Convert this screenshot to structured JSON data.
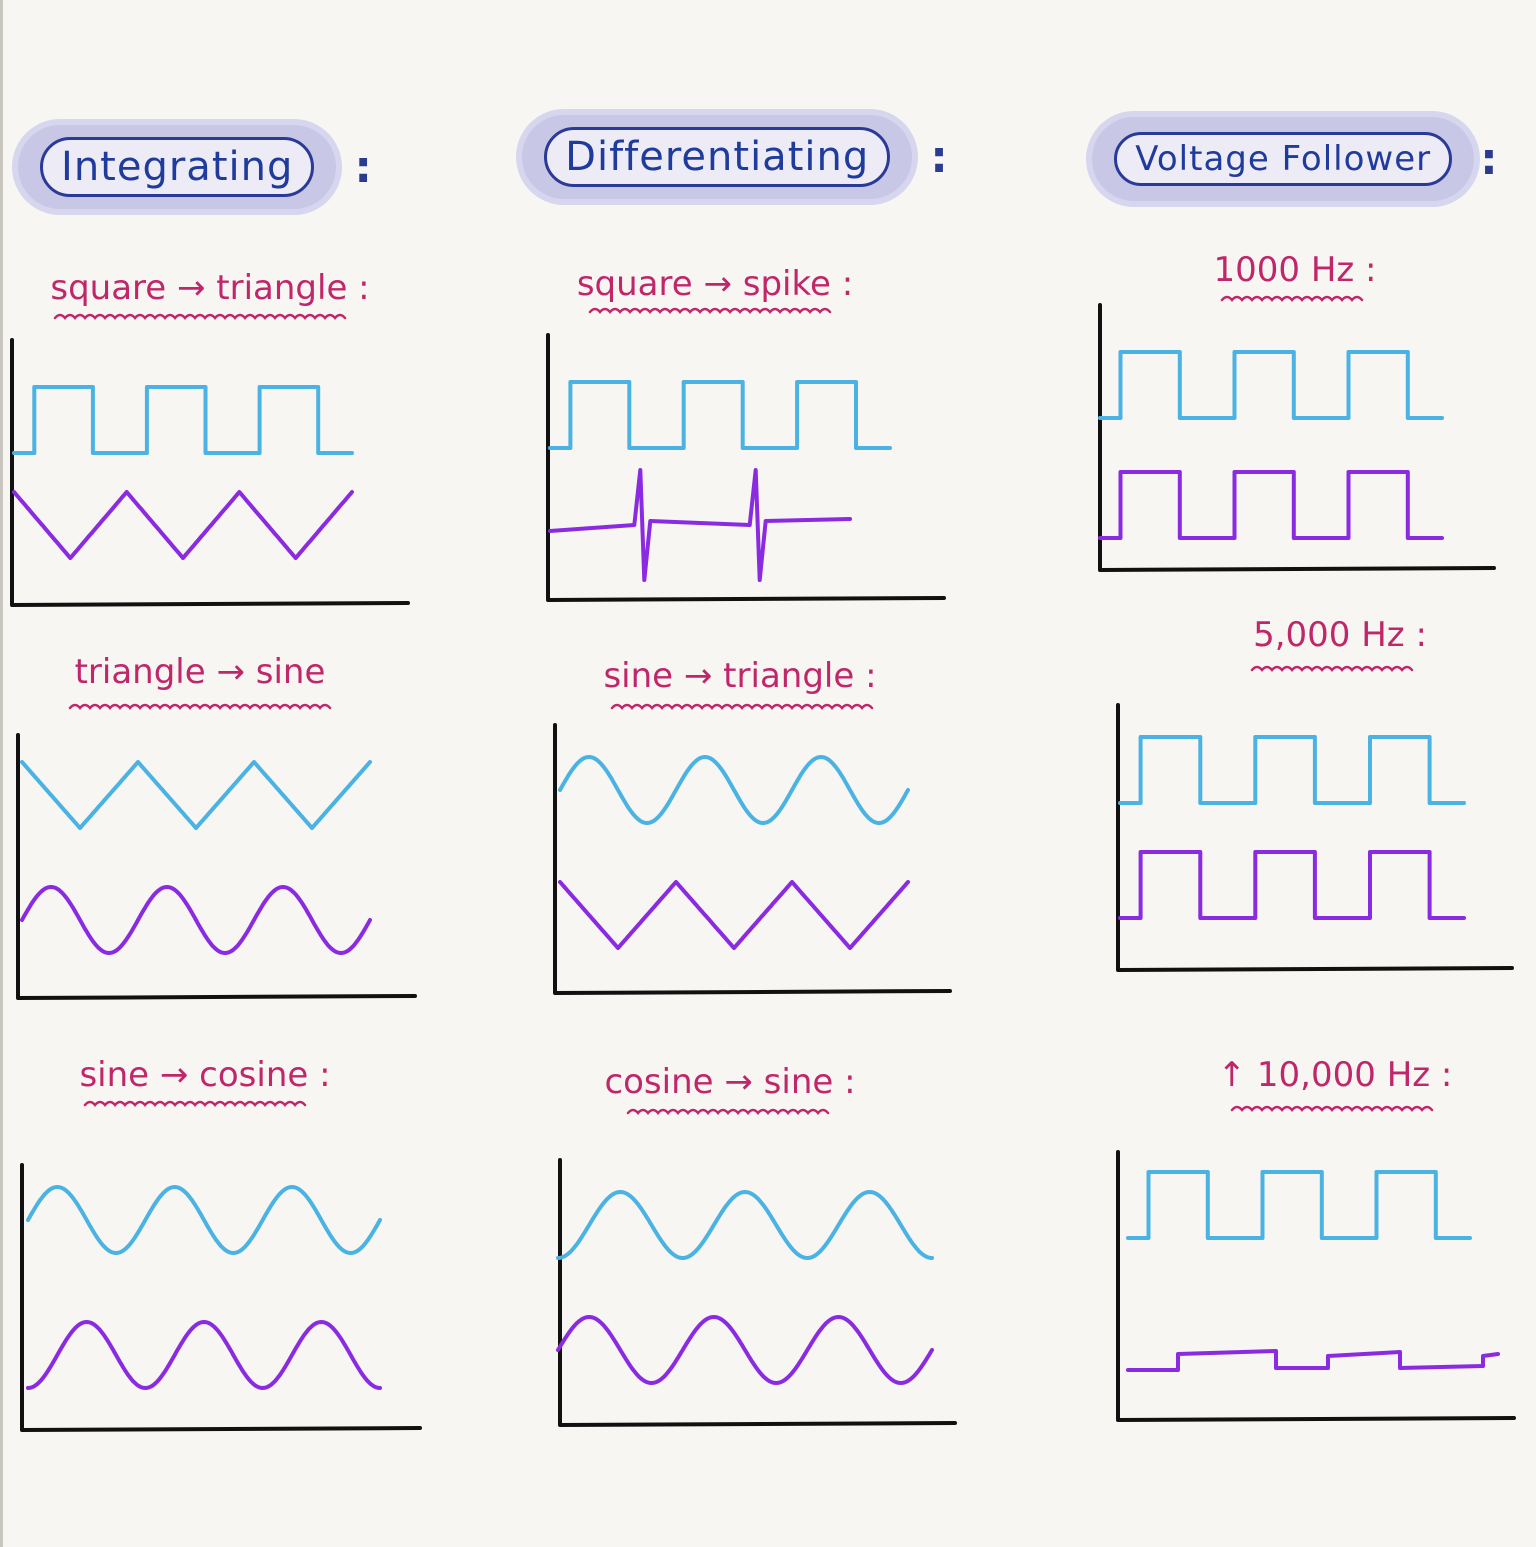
{
  "headers": [
    {
      "title": "Integrating",
      "colon": ":"
    },
    {
      "title": "Differentiating",
      "colon": ":"
    },
    {
      "title": "Voltage Follower",
      "colon": ":"
    }
  ],
  "panels": [
    {
      "label": "square → triangle :",
      "input": "square",
      "output": "triangle"
    },
    {
      "label": "square → spike :",
      "input": "square",
      "output": "spike"
    },
    {
      "label": "1000 Hz :",
      "input": "square",
      "output": "square"
    },
    {
      "label": "triangle → sine",
      "input": "triangle",
      "output": "sine"
    },
    {
      "label": "sine → triangle :",
      "input": "sine",
      "output": "triangle"
    },
    {
      "label": "5,000 Hz :",
      "input": "square",
      "output": "square"
    },
    {
      "label": "sine → cosine :",
      "input": "sine",
      "output": "cosine"
    },
    {
      "label": "cosine → sine :",
      "input": "cosine",
      "output": "sine"
    },
    {
      "label": "↑ 10,000 Hz :",
      "input": "square",
      "output": "attenuated-square"
    }
  ],
  "colors": {
    "input_wave": "#4ab3e3",
    "output_wave": "#8a2be2",
    "axes": "#111111",
    "label": "#c0276a",
    "header_text": "#1f3b9c",
    "header_cloud": "#c8c8e6"
  }
}
